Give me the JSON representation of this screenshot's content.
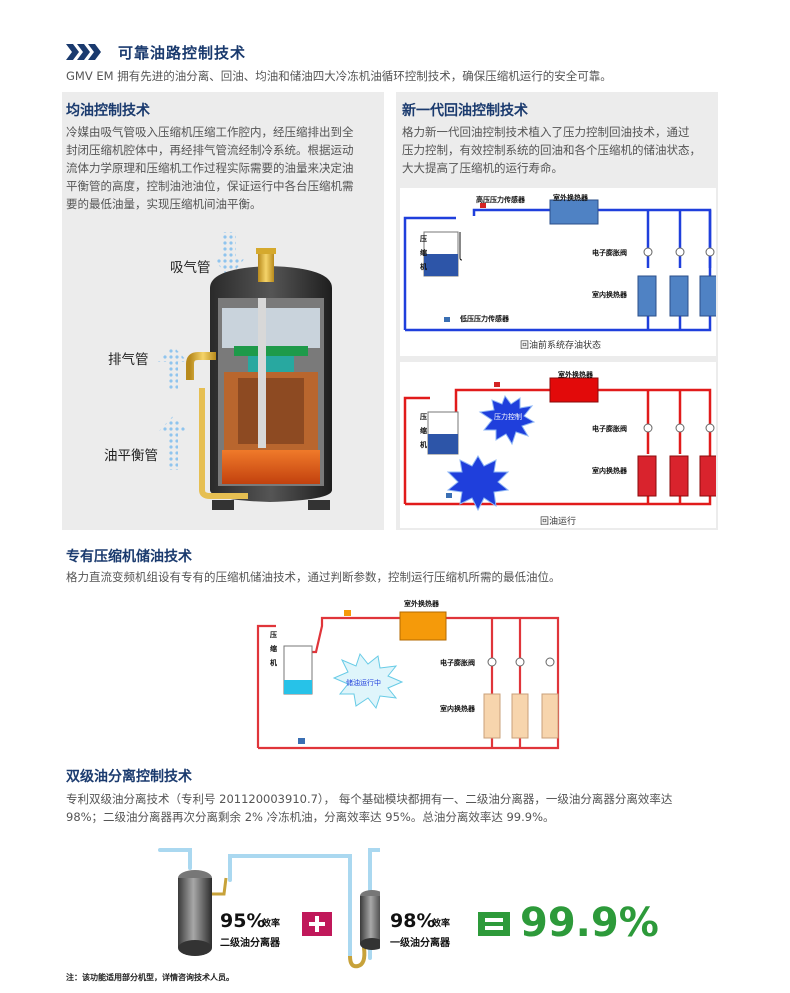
{
  "header": {
    "title": "可靠油路控制技术",
    "intro": "GMV EM 拥有先进的油分离、回油、均油和储油四大冷冻机油循环控制技术，确保压缩机运行的安全可靠。"
  },
  "oil_balance": {
    "title": "均油控制技术",
    "body": [
      "冷媒由吸气管吸入压缩机压缩工作腔内，经压缩排出到全",
      "封闭压缩机腔体中，再经排气管流经制冷系统。根据运动",
      "流体力学原理和压缩机工作过程实际需要的油量来决定油",
      "平衡管的高度，控制油池油位，保证运行中各台压缩机需",
      "要的最低油量，实现压缩机间油平衡。"
    ],
    "labels": {
      "suction": "吸气管",
      "discharge": "排气管",
      "balance": "油平衡管"
    }
  },
  "oil_return": {
    "title": "新一代回油控制技术",
    "body": [
      "格力新一代回油控制技术植入了压力控制回油技术，通过",
      "压力控制，有效控制系统的回油和各个压缩机的储油状态，",
      "大大提高了压缩机的运行寿命。"
    ],
    "diagram1": {
      "high_sensor": "高压压力传感器",
      "outdoor_hx": "室外换热器",
      "compressor": [
        "压",
        "缩",
        "机"
      ],
      "valve": "电子膨胀阀",
      "indoor_hx": "室内换热器",
      "low_sensor": "低压压力传感器",
      "caption": "回油前系统存油状态"
    },
    "diagram2": {
      "outdoor_hx": "室外换热器",
      "compressor": [
        "压",
        "缩",
        "机"
      ],
      "pressure_ctrl": "压力控制",
      "valve": "电子膨胀阀",
      "indoor_hx": "室内换热器",
      "caption": "回油运行"
    },
    "colors": {
      "blue": "#1f3fdc",
      "red": "#e11b1b",
      "hx_blue": "#4f82c4",
      "hx_red": "#d9232d"
    }
  },
  "oil_storage": {
    "title": "专有压缩机储油技术",
    "body": "格力直流变频机组设有专有的压缩机储油技术，通过判断参数，控制运行压缩机所需的最低油位。",
    "diagram": {
      "outdoor_hx": "室外换热器",
      "compressor": [
        "压",
        "缩",
        "机"
      ],
      "valve": "电子膨胀阀",
      "indoor_hx": "室内换热器",
      "burst": "储油运行中"
    },
    "colors": {
      "pipe": "#e0353a",
      "outdoor": "#f59a0a",
      "indoor": "#f7d5ad",
      "oil": "#27c2e8"
    }
  },
  "oil_separation": {
    "title": "双级油分离控制技术",
    "body": [
      "专利双级油分离技术（专利号 201120003910.7），  每个基础模块都拥有一、二级油分离器，一级油分离器分离效率达",
      "98%；二级油分离器再次分离剩余 2% 冷冻机油，分离效率达 95%。总油分离效率达 99.9%。"
    ],
    "second": {
      "pct": "95%",
      "unit": "效率",
      "name": "二级油分离器"
    },
    "first": {
      "pct": "98%",
      "unit": "效率",
      "name": "一级油分离器"
    },
    "total": "99.9%",
    "colors": {
      "plus": "#c0185a",
      "equals": "#2d9a3a",
      "total": "#2d9a3a"
    }
  },
  "note": "注：该功能适用部分机型，详情咨询技术人员。"
}
